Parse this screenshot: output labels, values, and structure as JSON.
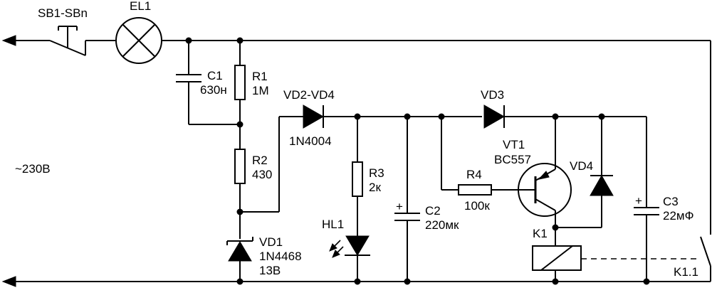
{
  "labels": {
    "sb": "SB1-SBn",
    "el1": "EL1",
    "mains": "~230В",
    "c1": "C1",
    "c1_val": "630н",
    "r1": "R1",
    "r1_val": "1M",
    "r2": "R2",
    "r2_val": "430",
    "vd1": "VD1",
    "vd1_type": "1N4468",
    "vd1_val": "13В",
    "vd2": "VD2-VD4",
    "vd2_type": "1N4004",
    "r3": "R3",
    "r3_val": "2к",
    "hl1": "HL1",
    "c2": "C2",
    "c2_val": "220мк",
    "vd3": "VD3",
    "r4": "R4",
    "r4_val": "100к",
    "vt1": "VT1",
    "vt1_type": "BC557",
    "vd4": "VD4",
    "k1": "K1",
    "c3": "C3",
    "c3_val": "22мФ",
    "k11": "K1.1",
    "plus": "+"
  }
}
